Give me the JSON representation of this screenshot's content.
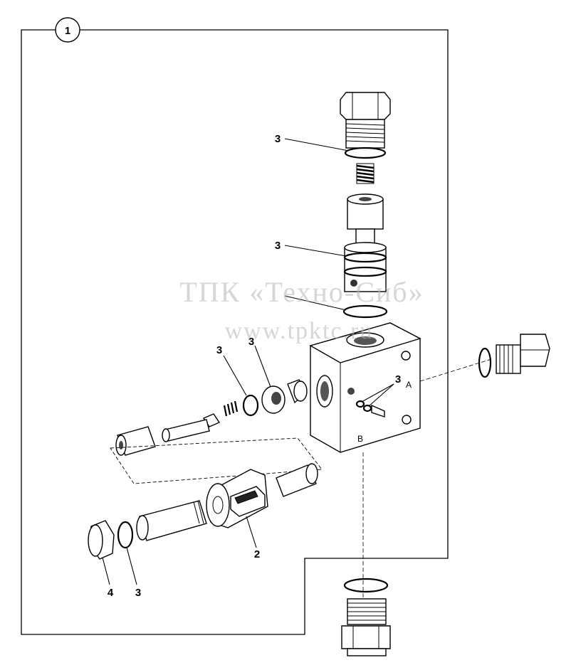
{
  "diagram": {
    "group_number": "1",
    "callouts": {
      "seal_top": "3",
      "seal_cartridge": "3",
      "seal_block_left": "3",
      "seal_block_mid": "3",
      "seal_block_right": "3",
      "solenoid": "2",
      "cap": "4",
      "seal_bottom": "3"
    },
    "port_labels": {
      "port_a": "A",
      "port_b": "B"
    }
  },
  "watermark": {
    "line1": "ТПК «Техно-Сиб»",
    "line2": "www.tpktc.ru"
  }
}
